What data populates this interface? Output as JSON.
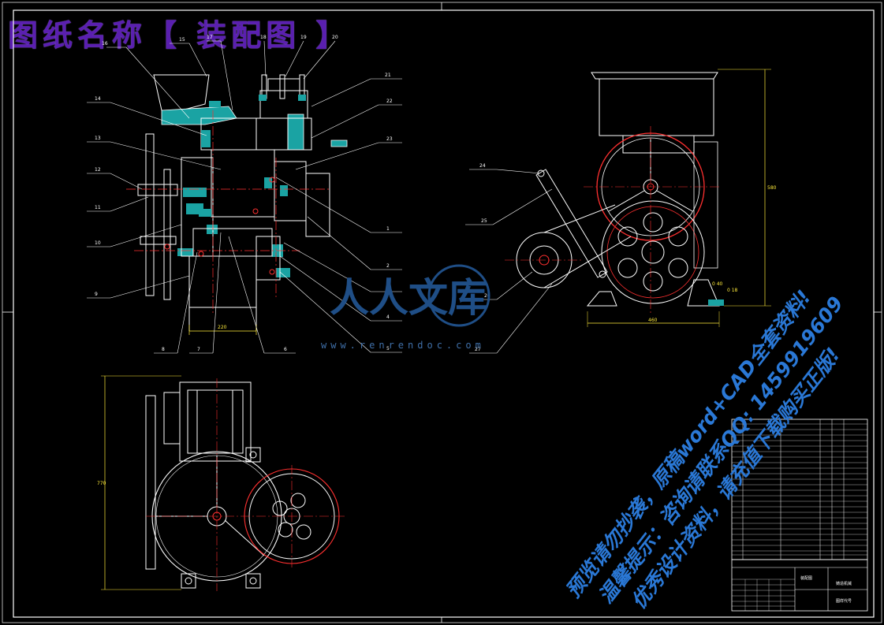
{
  "title": "图纸名称【 装配图 】",
  "front_view": {
    "callouts": [
      "16",
      "15",
      "17",
      "18",
      "19",
      "20",
      "21",
      "14",
      "22",
      "13",
      "23",
      "12",
      "11",
      "1",
      "10",
      "2",
      "9",
      "3",
      "4",
      "5",
      "8",
      "7",
      "6"
    ],
    "dims": {
      "bottom": "220"
    }
  },
  "side_view": {
    "callouts": [
      "24",
      "25",
      "26",
      "27"
    ],
    "dims": {
      "height": "580",
      "width": "460",
      "small_a": "0 40",
      "small_b": "0 18"
    }
  },
  "top_view": {
    "dims": {
      "height": "770"
    }
  },
  "watermark": {
    "logo": "人人文库",
    "url": "www.renrendoc.com",
    "line1": "预览请勿抄袭，原稿word+CAD全套资料!",
    "line2": "温馨提示：咨询请联系QQ: 1459919609",
    "line3": "优秀设计资料，请充值下载购买正版!"
  },
  "title_block": {
    "name": "装配图",
    "machine": "铸造机械",
    "code": "图样代号"
  }
}
